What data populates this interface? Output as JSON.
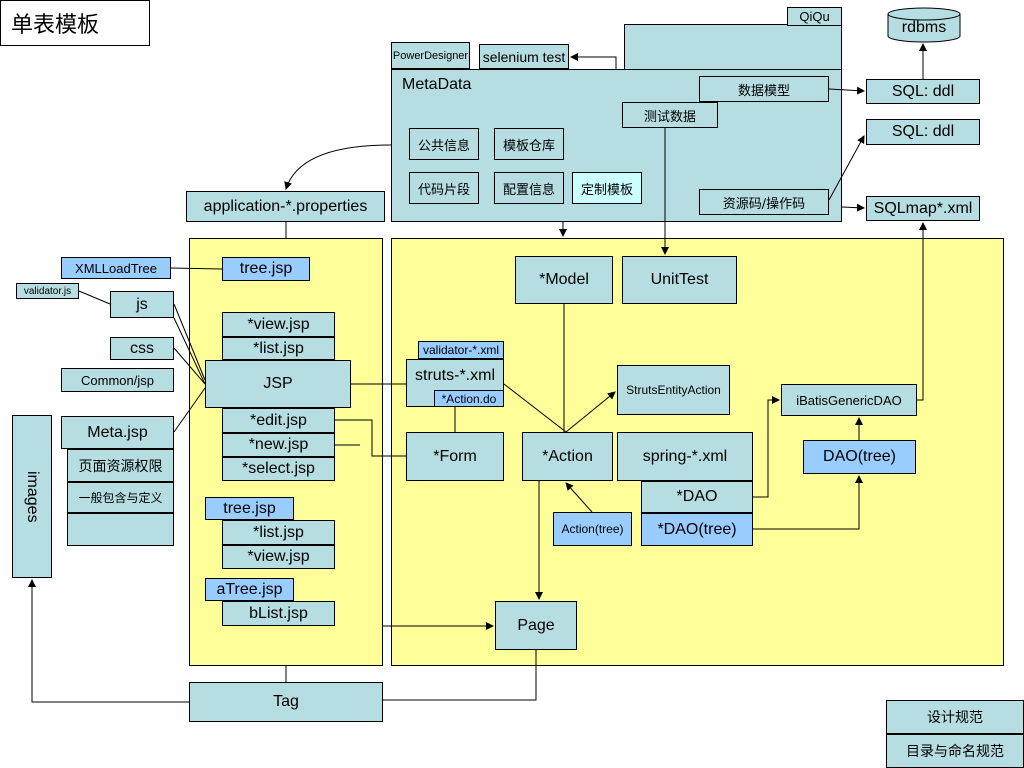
{
  "title": "单表模板",
  "nodes": {
    "qiqu": "QiQu",
    "powerdesigner": "PowerDesigner",
    "selenium": "selenium test",
    "metadata": "MetaData",
    "data_model": "数据模型",
    "test_data": "测试数据",
    "public_info": "公共信息",
    "template_repo": "模板仓库",
    "code_snippet": "代码片段",
    "config_info": "配置信息",
    "custom_template": "定制模板",
    "resource_code": "资源码/操作码",
    "rdbms": "rdbms",
    "sql_ddl_1": "SQL: ddl",
    "sql_ddl_2": "SQL: ddl",
    "sqlmap": "SQLmap*.xml",
    "app_props": "application-*.properties",
    "xmlloadtree": "XMLLoadTree",
    "tree_jsp_top": "tree.jsp",
    "validator_js": "validator.js",
    "js": "js",
    "css": "css",
    "common_jsp": "Common/jsp",
    "meta_jsp": "Meta.jsp",
    "page_resource": "页面资源权限",
    "general_include": "一般包含与定义",
    "images": "images",
    "view_jsp": "*view.jsp",
    "list_jsp": "*list.jsp",
    "jsp": "JSP",
    "edit_jsp": "*edit.jsp",
    "new_jsp": "*new.jsp",
    "select_jsp": "*select.jsp",
    "tree_jsp": "tree.jsp",
    "list_jsp_2": "*list.jsp",
    "view_jsp_2": "*view.jsp",
    "atree_jsp": "aTree.jsp",
    "blist_jsp": "bList.jsp",
    "validator_xml": "validator-*.xml",
    "struts_xml": "struts-*.xml",
    "action_do": "*Action.do",
    "form": "*Form",
    "model": "*Model",
    "unittest": "UnitTest",
    "struts_entity": "StrutsEntityAction",
    "ibatis": "iBatisGenericDAO",
    "action": "*Action",
    "spring_xml": "spring-*.xml",
    "dao": "*DAO",
    "dao_tree_right": "DAO(tree)",
    "action_tree": "Action(tree)",
    "dao_tree": "*DAO(tree)",
    "page": "Page",
    "tag": "Tag",
    "design_spec": "设计规范",
    "naming_spec": "目录与命名规范"
  }
}
